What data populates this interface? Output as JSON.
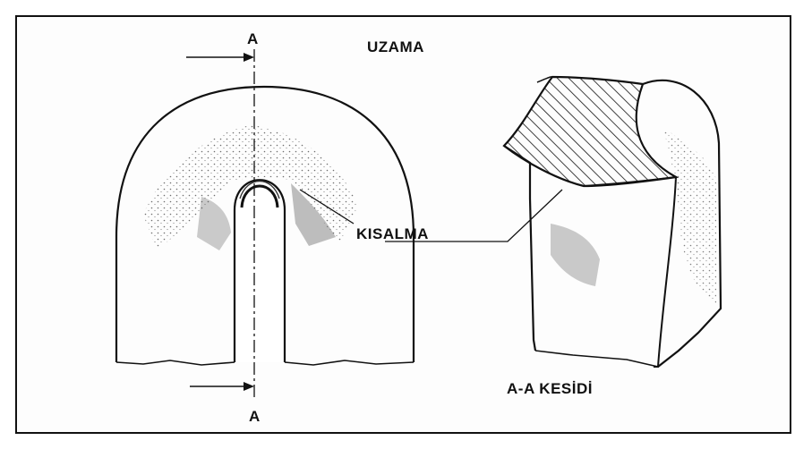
{
  "labels": {
    "section_mark_top": "A",
    "section_mark_bottom": "A",
    "elongation": "UZAMA",
    "shortening": "KISALMA",
    "section_view": "A-A KESİDİ"
  }
}
